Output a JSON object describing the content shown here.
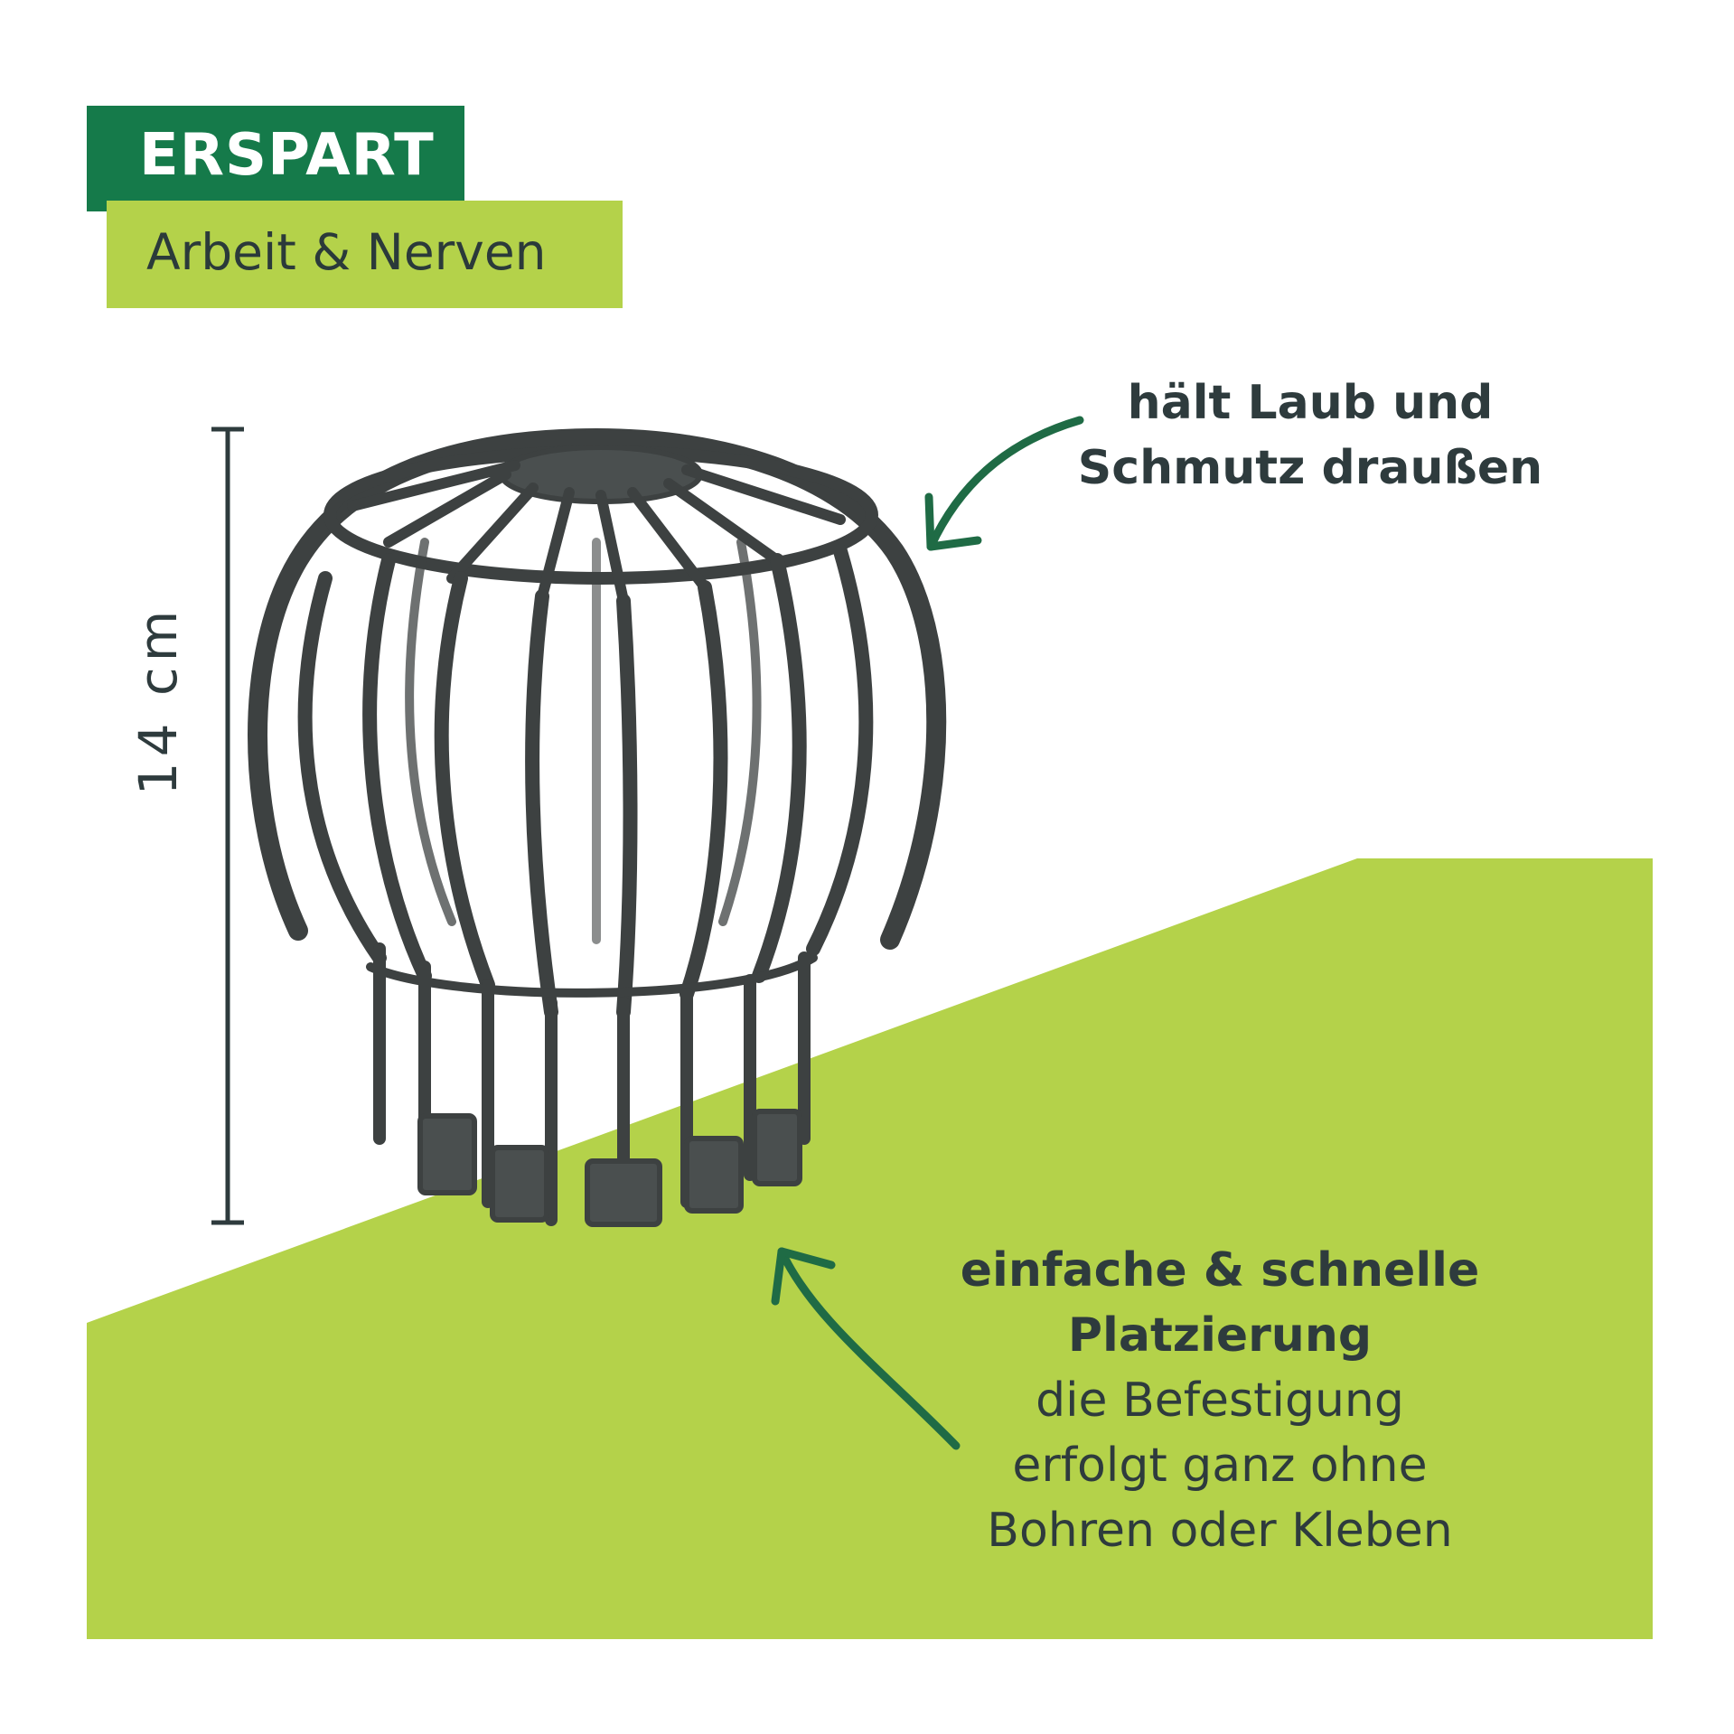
{
  "badge": {
    "headline": "ERSPART",
    "subline": "Arbeit & Nerven"
  },
  "dimension": {
    "label": "14 cm"
  },
  "callouts": {
    "top": {
      "line1": "hält Laub und",
      "line2": "Schmutz draußen"
    },
    "bottom": {
      "title_line1": "einfache & schnelle",
      "title_line2": "Platzierung",
      "body_line1": "die Befestigung",
      "body_line2": "erfolgt ganz ohne",
      "body_line3": "Bohren oder Kleben"
    }
  },
  "colors": {
    "dark_green": "#157a4a",
    "lime_green": "#b4d24a",
    "text": "#2e3b3d",
    "arrow": "#1f6b45",
    "product": "#3d4141"
  },
  "icons": {
    "product": "gutter-guard-basket-image",
    "arrow_top": "curved-arrow-icon",
    "arrow_bottom": "curved-arrow-icon"
  }
}
